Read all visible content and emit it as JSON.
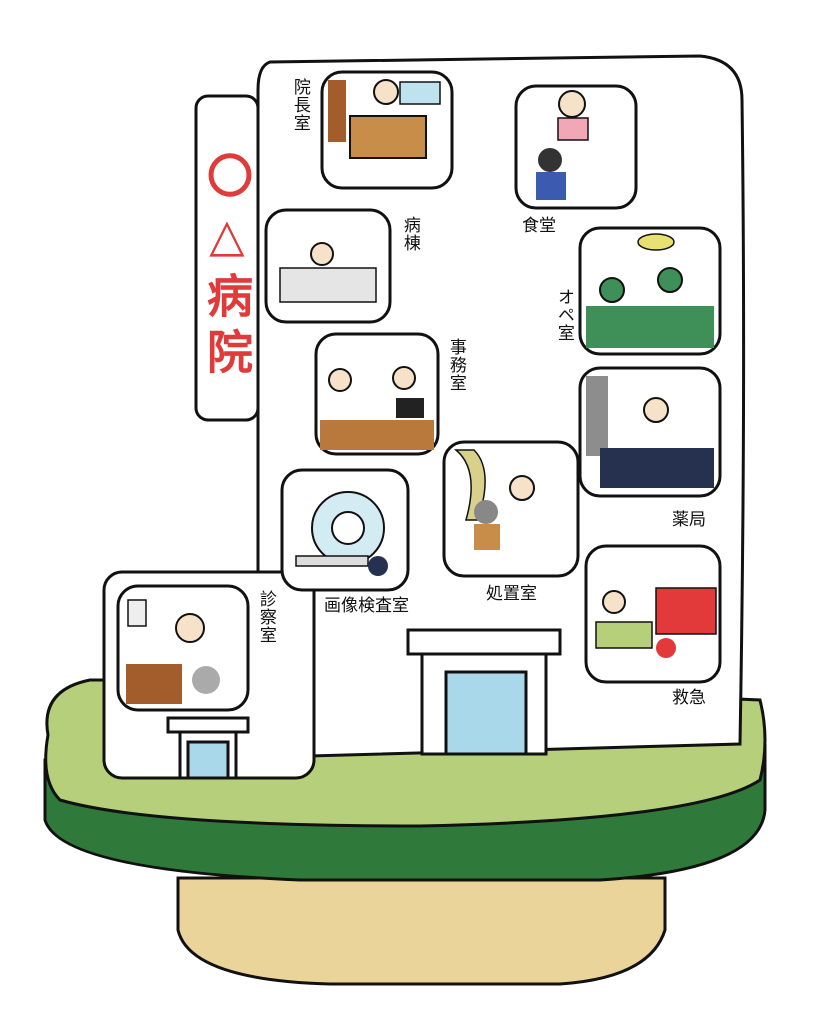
{
  "sign": {
    "text": "〇△病院",
    "color": "#e03a3a"
  },
  "rooms": {
    "director": "院長室",
    "cafeteria": "食堂",
    "ward": "病棟",
    "operating": "オペ室",
    "office": "事務室",
    "pharmacy": "薬局",
    "treatment": "処置室",
    "imaging": "画像検査室",
    "consultation": "診察室",
    "emergency": "救急"
  },
  "colors": {
    "grass": "#b5cf7a",
    "grass_dark": "#2f7a3a",
    "soil": "#ead49a",
    "building": "#ffffff",
    "door_glass": "#a9d8ea",
    "outline": "#111111"
  }
}
